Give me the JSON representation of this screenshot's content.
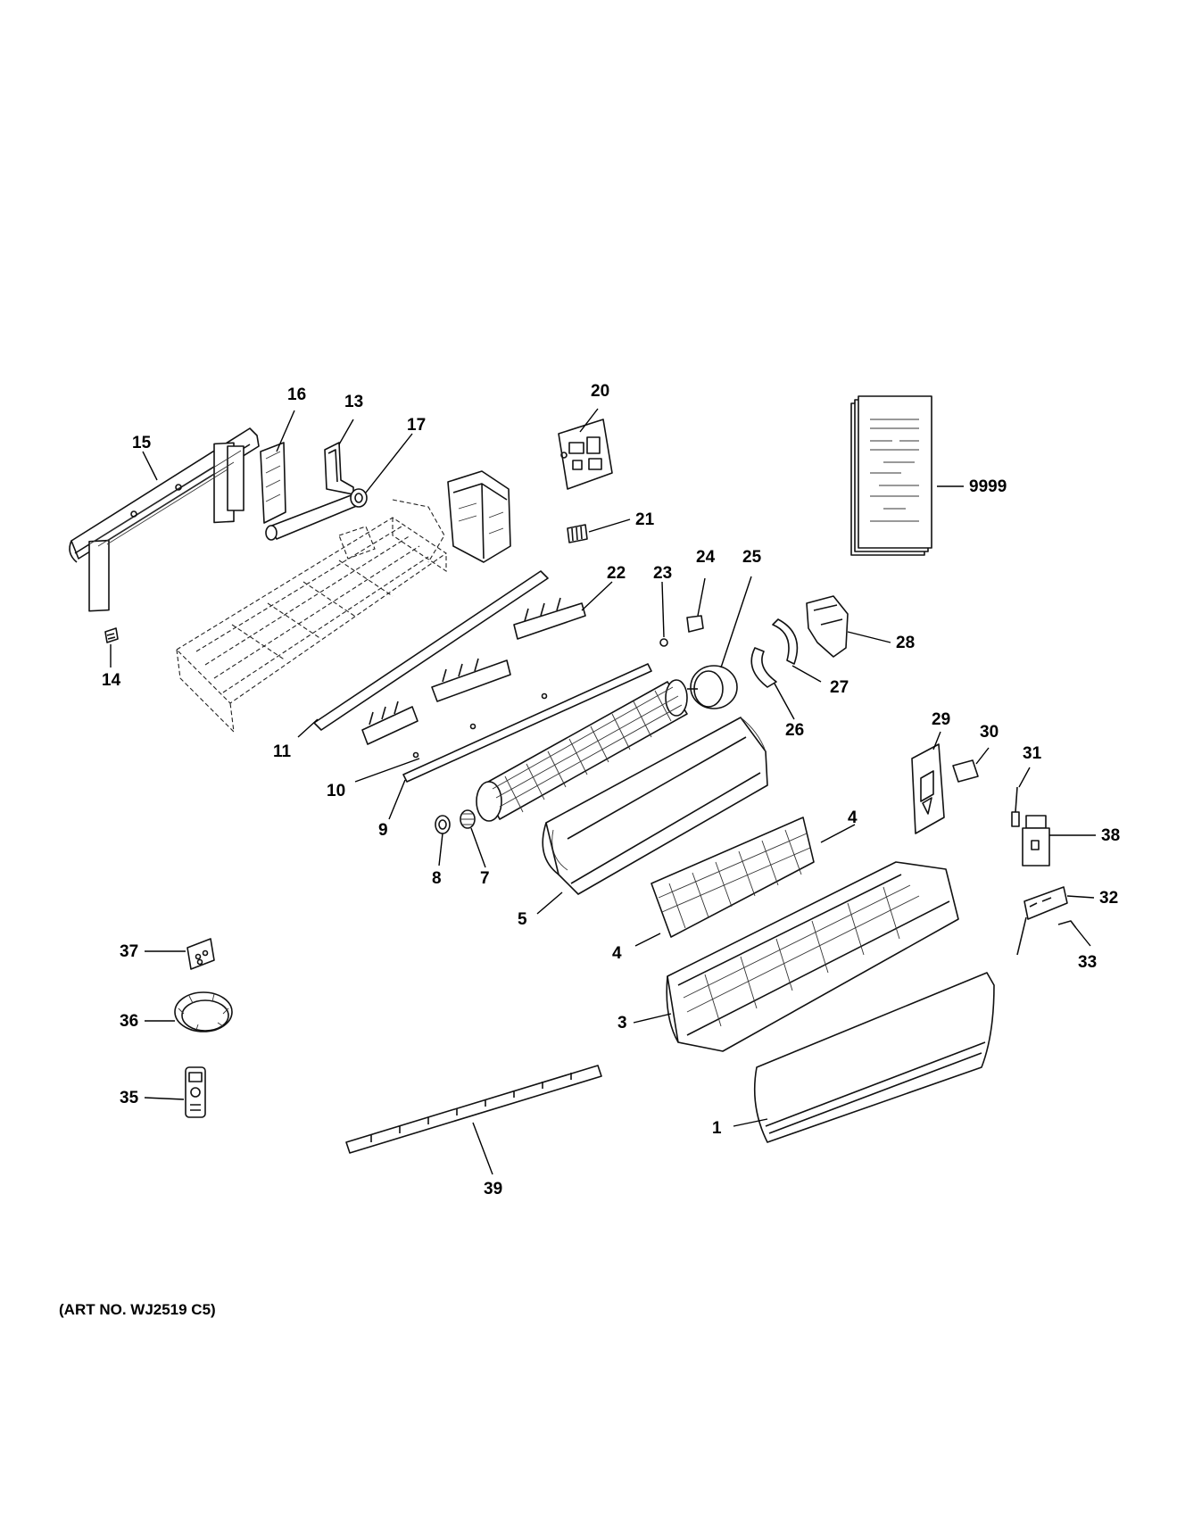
{
  "art_number": "(ART NO. WJ2519 C5)",
  "callouts": {
    "p1": "1",
    "p3": "3",
    "p4a": "4",
    "p4b": "4",
    "p5": "5",
    "p7": "7",
    "p8": "8",
    "p9": "9",
    "p10": "10",
    "p11": "11",
    "p13": "13",
    "p14": "14",
    "p15": "15",
    "p16": "16",
    "p17": "17",
    "p20": "20",
    "p21": "21",
    "p22": "22",
    "p23": "23",
    "p24": "24",
    "p25": "25",
    "p26": "26",
    "p27": "27",
    "p28": "28",
    "p29": "29",
    "p30": "30",
    "p31": "31",
    "p32": "32",
    "p33": "33",
    "p35": "35",
    "p36": "36",
    "p37": "37",
    "p38": "38",
    "p39": "39",
    "p9999": "9999"
  }
}
